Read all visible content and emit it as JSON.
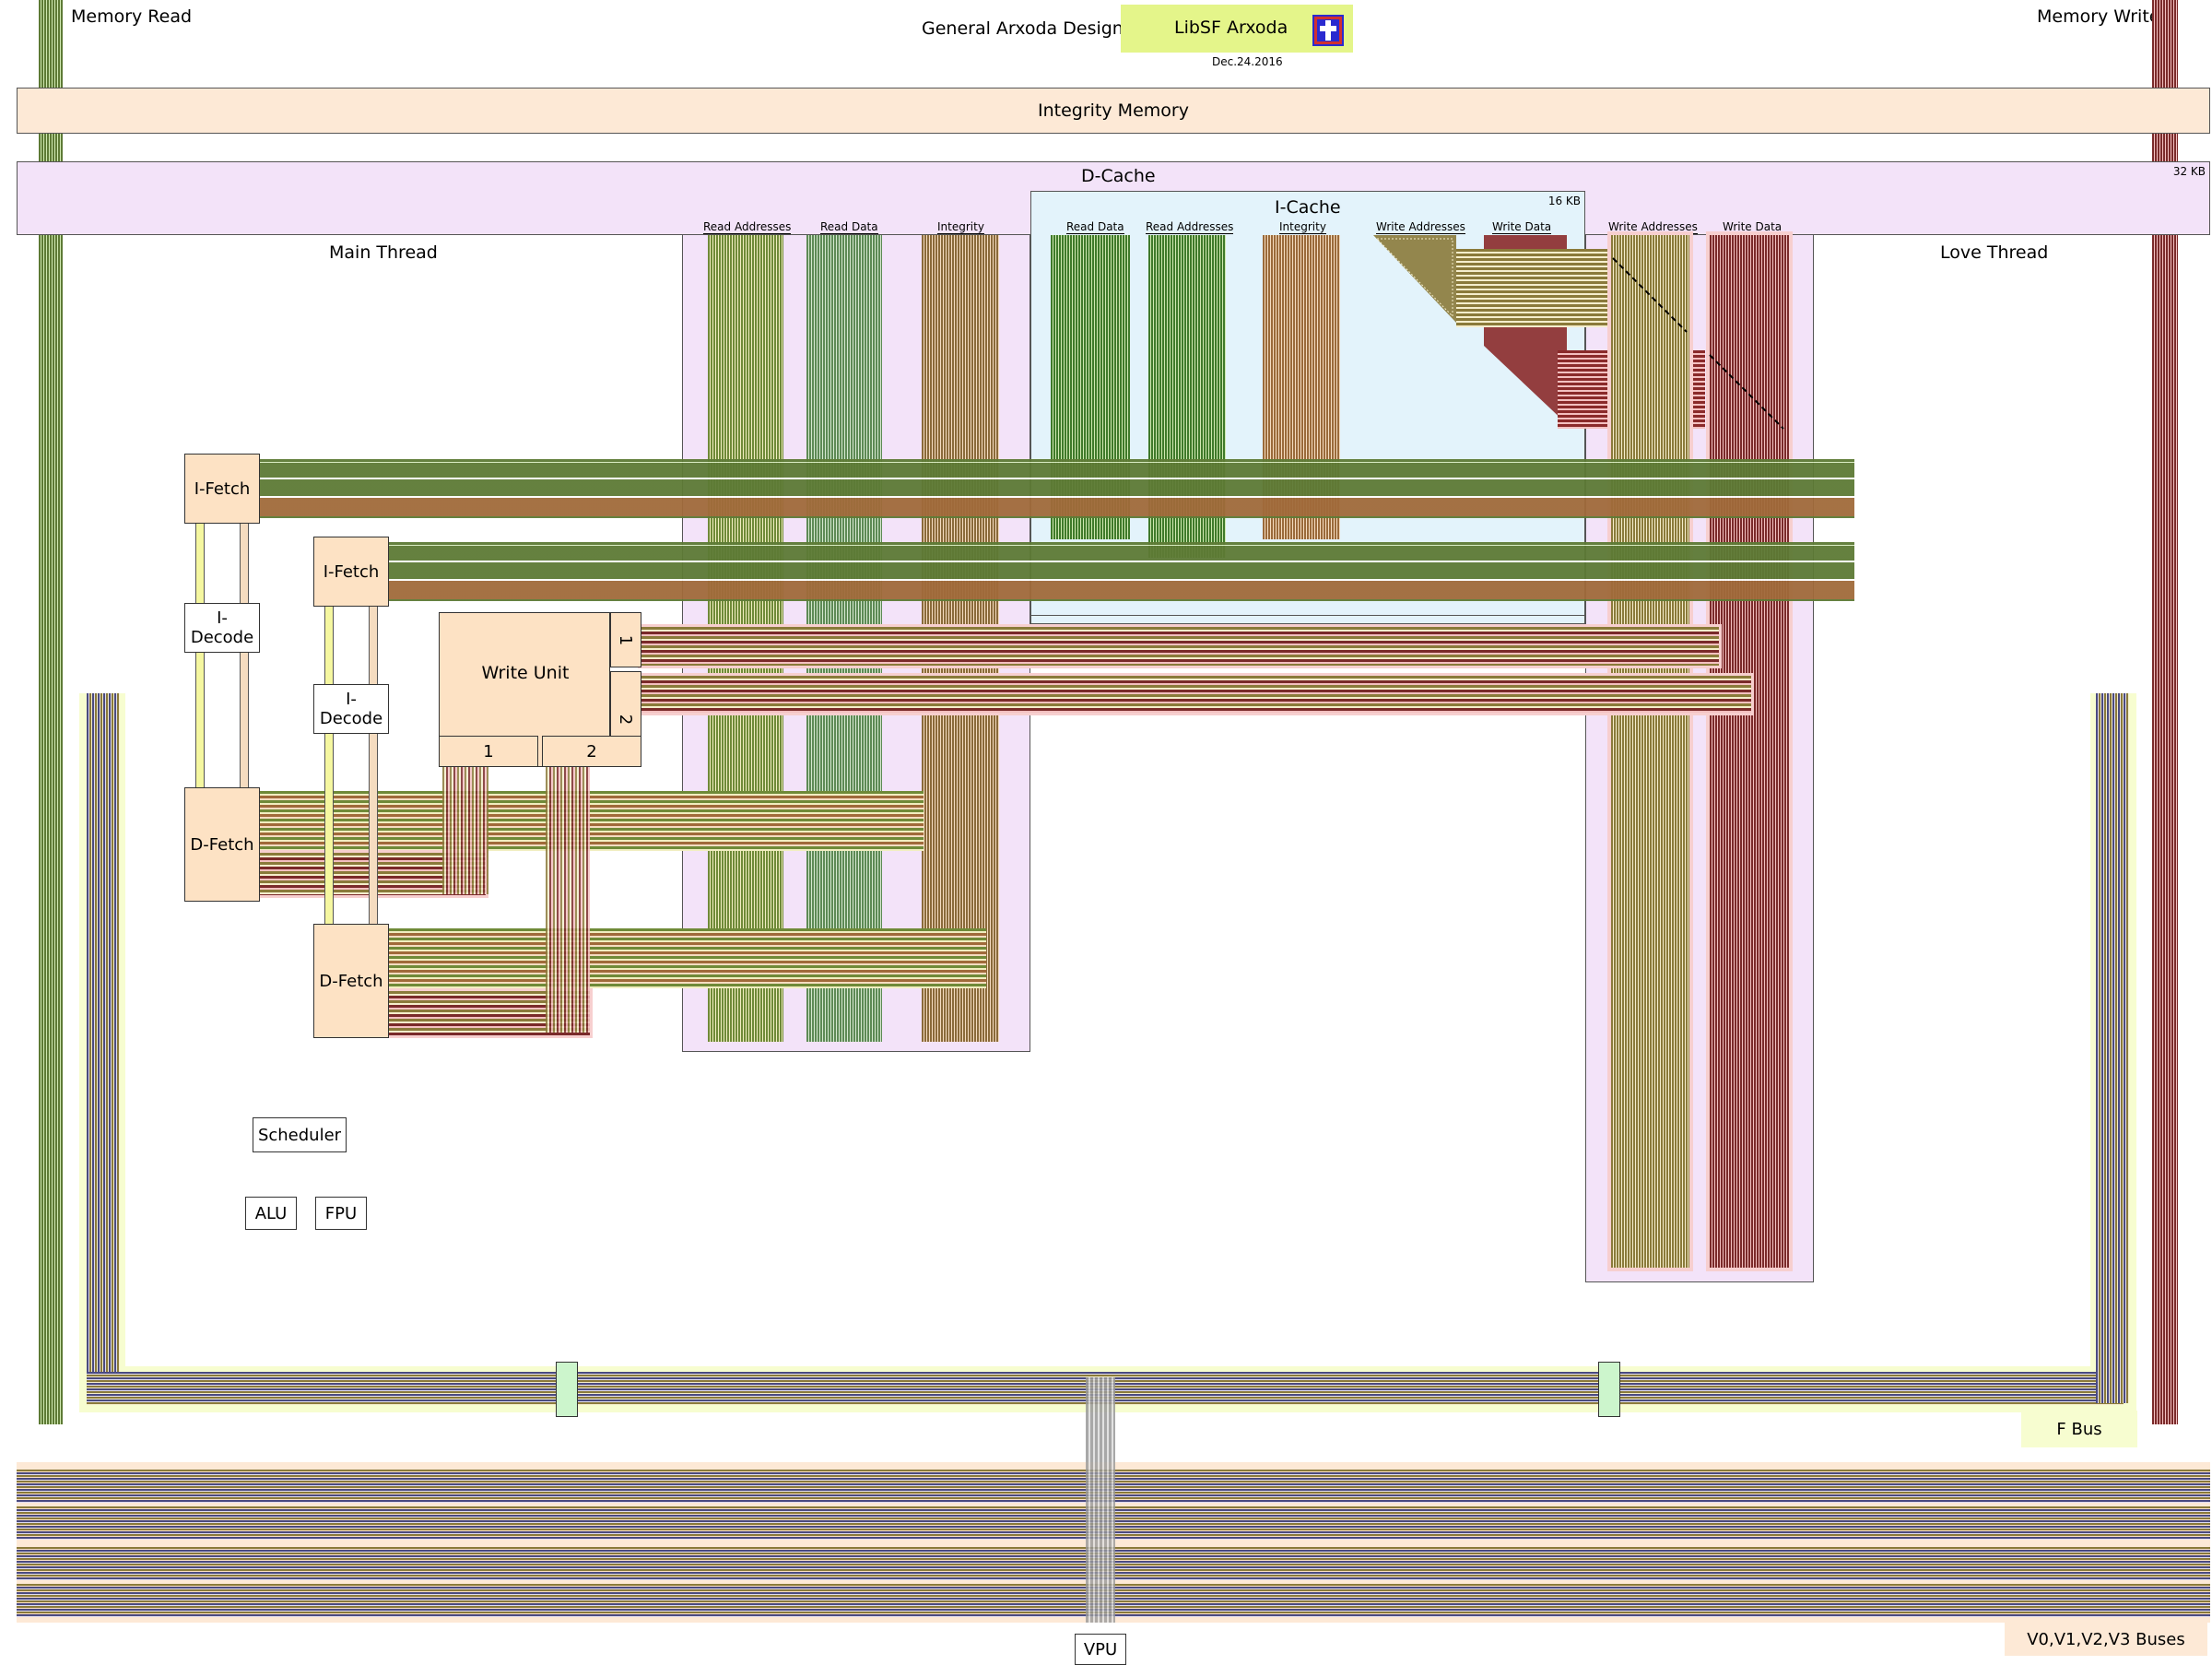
{
  "header": {
    "memory_read": "Memory Read",
    "memory_write": "Memory Write",
    "title": "General Arxoda Design",
    "logo_text": "LibSF Arxoda",
    "date": "Dec.24.2016"
  },
  "integrity_memory": "Integrity Memory",
  "dcache": {
    "label": "D-Cache",
    "size": "32 KB"
  },
  "icache": {
    "label": "I-Cache",
    "size": "16 KB"
  },
  "threads": {
    "main": "Main Thread",
    "love": "Love Thread"
  },
  "dcache_cols": [
    "Read Addresses",
    "Read Data",
    "Integrity"
  ],
  "icache_cols": [
    "Read Data",
    "Read Addresses",
    "Integrity",
    "Write Addresses",
    "Write Data"
  ],
  "love_cols": [
    "Write Addresses",
    "Write Data"
  ],
  "units": {
    "ifetch1": "I-Fetch",
    "ifetch2": "I-Fetch",
    "idecode1": "I-Decode",
    "idecode2": "I-Decode",
    "dfetch1": "D-Fetch",
    "dfetch2": "D-Fetch",
    "write_unit": "Write Unit",
    "port1": "1",
    "port2": "2",
    "bottom1": "1",
    "bottom2": "2",
    "scheduler": "Scheduler",
    "alu": "ALU",
    "fpu": "FPU",
    "vpu": "VPU"
  },
  "buses": {
    "f_bus": "F Bus",
    "v_buses": "V0,V1,V2,V3 Buses"
  },
  "colors": {
    "green": "#5d7a35",
    "olive": "#8a7a3a",
    "brown": "#a06a3a",
    "maroon": "#7a2a2a",
    "pink": "#f3c0c0",
    "lavender": "#f3e3f9",
    "peach": "#fde2c4",
    "lightblue": "#e3f3fb",
    "yellowgreen": "#e4f58a",
    "navy": "#4a4a80"
  },
  "icons": {
    "logo": "cross-icon"
  }
}
